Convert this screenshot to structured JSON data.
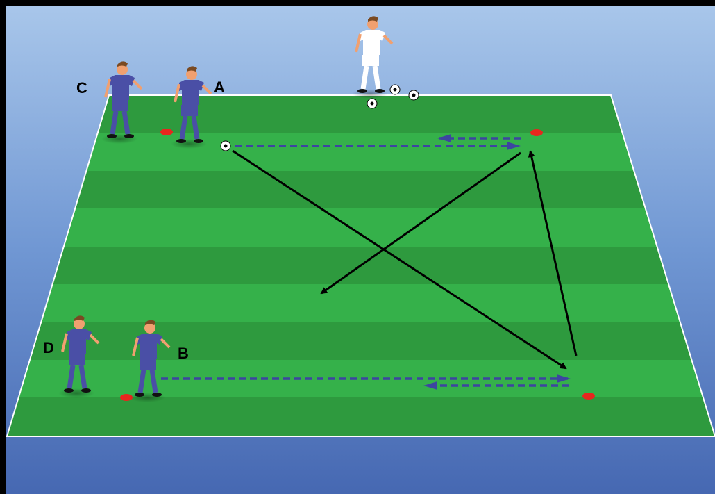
{
  "diagram": {
    "players": [
      {
        "label": "C",
        "kit": "blue"
      },
      {
        "label": "A",
        "kit": "blue"
      },
      {
        "label": "D",
        "kit": "blue"
      },
      {
        "label": "B",
        "kit": "blue"
      },
      {
        "label": "",
        "kit": "white"
      }
    ],
    "colors": {
      "field_dark": "#2e9a3e",
      "field_light": "#35b14a",
      "team_kit": "#4a4fa6",
      "coach_kit": "#ffffff",
      "cone": "#e8261e",
      "pass_arrow": "#000000",
      "run_arrow": "#3d45a0"
    }
  }
}
